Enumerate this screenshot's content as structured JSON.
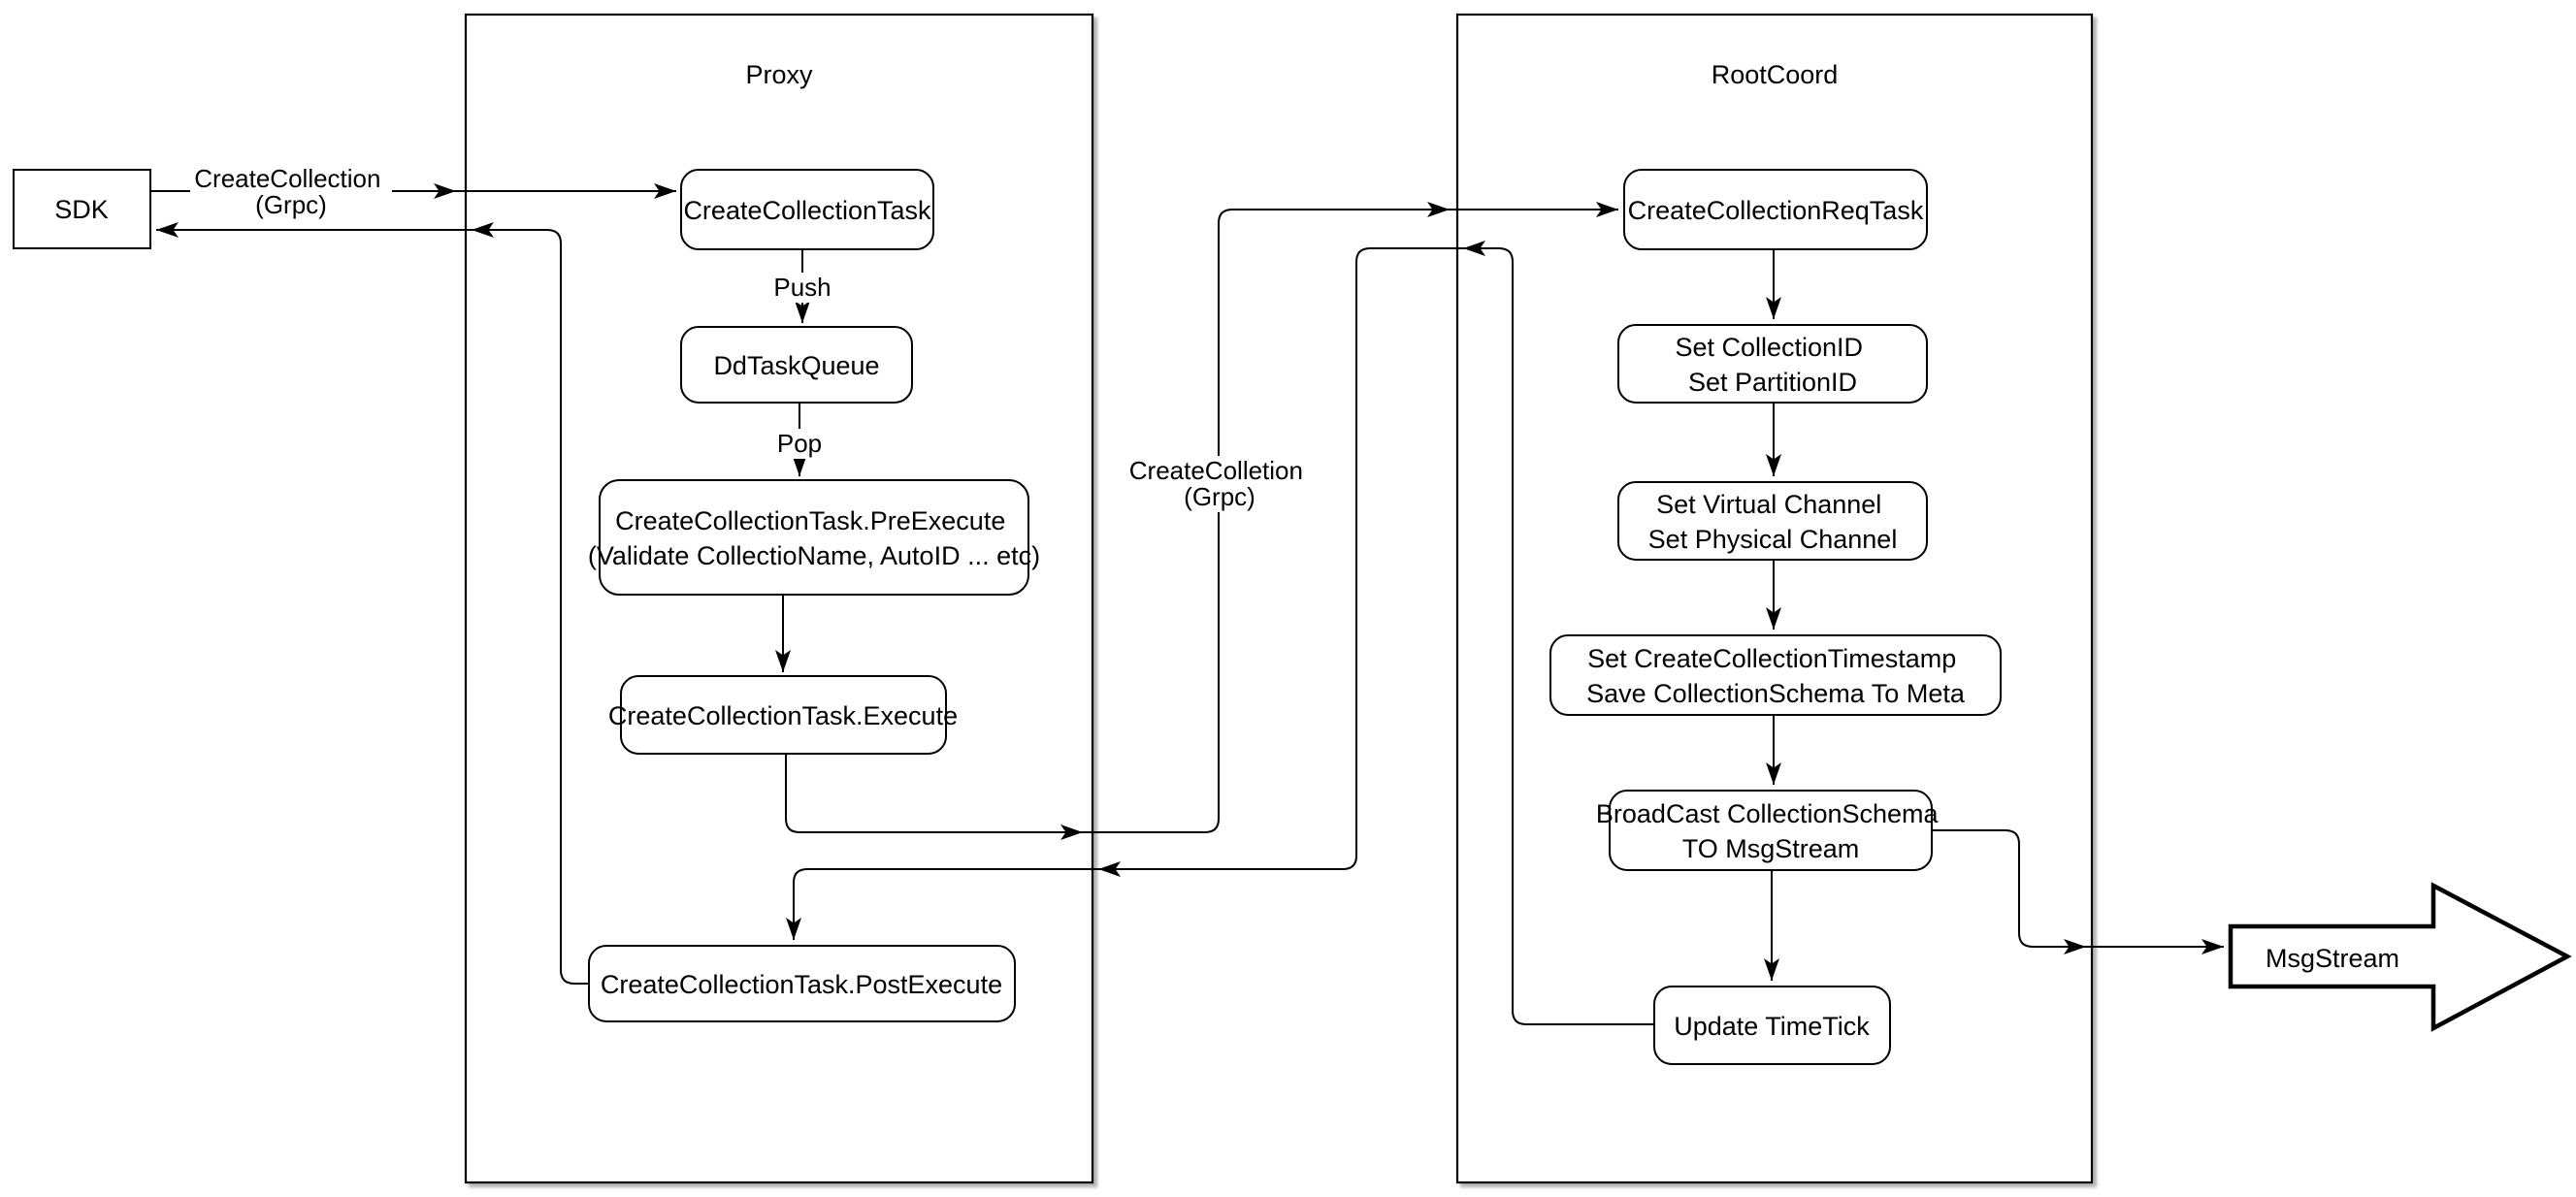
{
  "diagram": {
    "colors": {
      "stroke": "#000000",
      "fill": "#ffffff",
      "background": "#ffffff"
    },
    "containers": {
      "proxy": {
        "title": "Proxy"
      },
      "rootcoord": {
        "title": "RootCoord"
      }
    },
    "nodes": {
      "sdk": {
        "label": "SDK"
      },
      "cct": {
        "label": "CreateCollectionTask"
      },
      "ddq": {
        "label": "DdTaskQueue"
      },
      "pre": {
        "lines": [
          "CreateCollectionTask.PreExecute",
          "(Validate CollectioName, AutoID ... etc)"
        ]
      },
      "exec": {
        "label": "CreateCollectionTask.Execute"
      },
      "post": {
        "label": "CreateCollectionTask.PostExecute"
      },
      "req": {
        "label": "CreateCollectionReqTask"
      },
      "setid": {
        "lines": [
          "Set CollectionID",
          "Set PartitionID"
        ]
      },
      "setchan": {
        "lines": [
          "Set Virtual Channel",
          "Set Physical Channel"
        ]
      },
      "setts": {
        "lines": [
          "Set CreateCollectionTimestamp",
          "Save CollectionSchema To Meta"
        ]
      },
      "broadcast": {
        "lines": [
          "BroadCast CollectionSchema",
          "TO MsgStream"
        ]
      },
      "tick": {
        "label": "Update TimeTick"
      },
      "msgstream": {
        "label": "MsgStream"
      }
    },
    "edge_labels": {
      "grpc_request": {
        "lines": [
          "CreateCollection",
          "(Grpc)"
        ]
      },
      "grpc_internal": {
        "lines": [
          "CreateColletion",
          "(Grpc)"
        ]
      },
      "push": "Push",
      "pop": "Pop"
    }
  }
}
